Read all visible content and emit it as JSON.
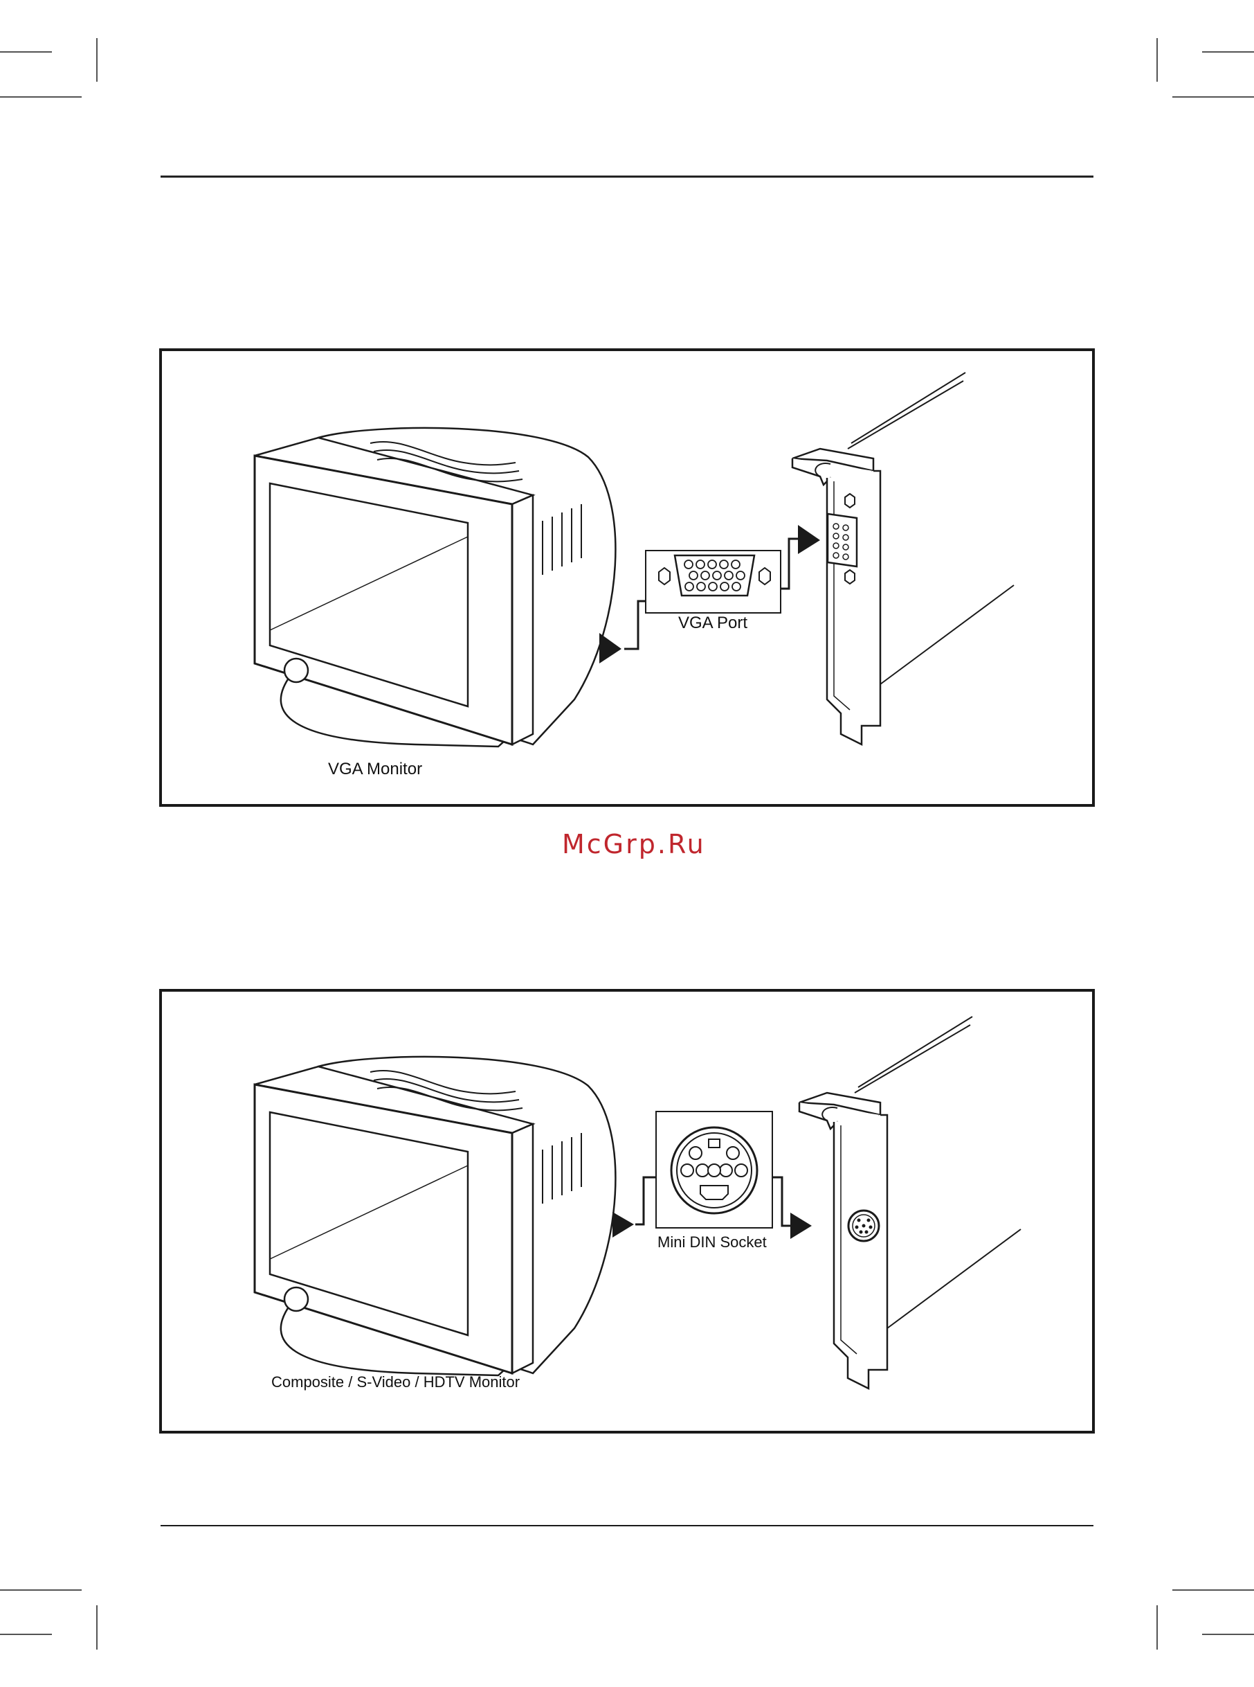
{
  "colors": {
    "ink": "#1a1a1a",
    "watermark": "#c0262d",
    "paper": "#ffffff"
  },
  "figure_vga": {
    "monitor_label": "VGA Monitor",
    "port_label": "VGA Port"
  },
  "watermark": "McGrp.Ru",
  "figure_tv": {
    "monitor_label": "Composite / S-Video / HDTV Monitor",
    "port_label": "Mini DIN Socket"
  }
}
